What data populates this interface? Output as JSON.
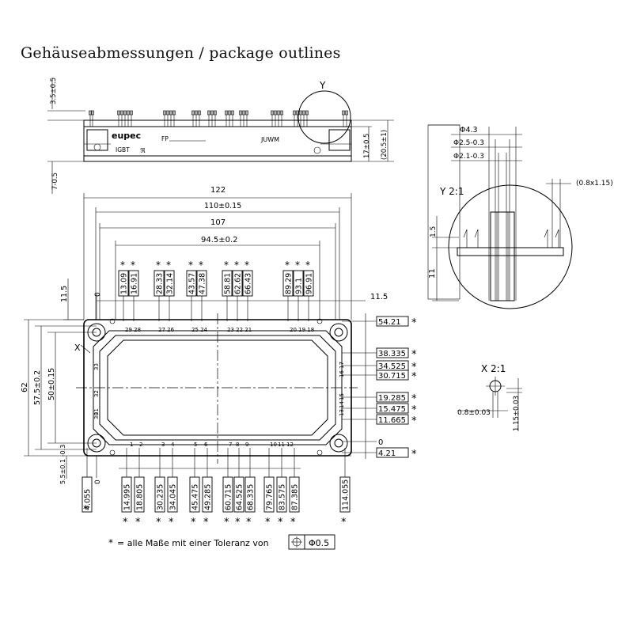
{
  "title": "Gehäuseabmessungen / package outlines",
  "side_view": {
    "brand": "eupec",
    "igbt": "IGBT",
    "fp": "FP",
    "marking": "JUWM",
    "dims": {
      "top_height": "3.5±0.5",
      "right_inner": "17±0.5",
      "right_outer": "(20.5±1)",
      "left_bottom": "7-0.5"
    },
    "detail_label": "Y"
  },
  "top_view": {
    "overall_dims": {
      "d122": "122",
      "d110": "110±0.15",
      "d107": "107",
      "d94": "94.5±0.2"
    },
    "left_dims": {
      "height62": "62",
      "height57": "57.5±0.2",
      "height50": "50±0.15",
      "top_offset": "11.5",
      "zero_left": "0",
      "bottom_left": "5.5±0.1 -0.3"
    },
    "right_small": "11.5",
    "detail_label": "X",
    "top_pins": [
      {
        "dims": [
          "13.09",
          "16.91"
        ],
        "stars": [
          true,
          true
        ]
      },
      {
        "dims": [
          "28.33",
          "32.14"
        ],
        "stars": [
          true,
          true
        ]
      },
      {
        "dims": [
          "43.57",
          "47.38"
        ],
        "stars": [
          true,
          true
        ]
      },
      {
        "dims": [
          "58.81",
          "62.62",
          "66.43"
        ],
        "stars": [
          true,
          true,
          true
        ]
      },
      {
        "dims": [
          "89.29",
          "93.1",
          "96.91"
        ],
        "stars": [
          true,
          true,
          true
        ]
      }
    ],
    "top_pin_numbers": [
      "29 28",
      "27 26",
      "25 24",
      "23 22 21",
      "20 19 18"
    ],
    "left_pin_numbers": [
      "33",
      "32",
      "31",
      "30"
    ],
    "right_pin_numbers": [
      "17",
      "16",
      "15",
      "14",
      "13"
    ],
    "bottom_pin_numbers": [
      "1",
      "2",
      "3",
      "4",
      "5",
      "6",
      "7",
      "8",
      "9",
      "10",
      "11",
      "12"
    ],
    "bottom_dims": [
      "4.055",
      "14.995",
      "18.805",
      "30.235",
      "34.045",
      "45.475",
      "49.285",
      "60.715",
      "64.525",
      "68.335",
      "79.765",
      "83.575",
      "87.385",
      "114.055"
    ],
    "bottom_zero": "0",
    "right_dims": [
      {
        "value": "54.21",
        "star": true
      },
      {
        "value": "38.335",
        "star": true
      },
      {
        "value": "34.525",
        "star": true
      },
      {
        "value": "30.715",
        "star": true
      },
      {
        "value": "19.285",
        "star": true
      },
      {
        "value": "15.475",
        "star": true
      },
      {
        "value": "11.665",
        "star": true
      },
      {
        "value": "0",
        "star": false
      },
      {
        "value": "4.21",
        "star": true
      }
    ]
  },
  "detail_y": {
    "label": "Y 2:1",
    "phi43": "Φ4.3",
    "phi25": "Φ2.5-0.3",
    "phi21": "Φ2.1-0.3",
    "d08": "(0.8x1.15)",
    "d15": "1.5",
    "d11": "11"
  },
  "detail_x": {
    "label": "X 2:1",
    "d08": "0.8±0.03",
    "d115": "1.15±0.03"
  },
  "footnote": {
    "star": "*",
    "text": "= alle Maße mit einer Toleranz von",
    "symbol": "⊕",
    "value": "Φ0.5"
  },
  "colors": {
    "line": "#000000",
    "background": "#ffffff"
  }
}
